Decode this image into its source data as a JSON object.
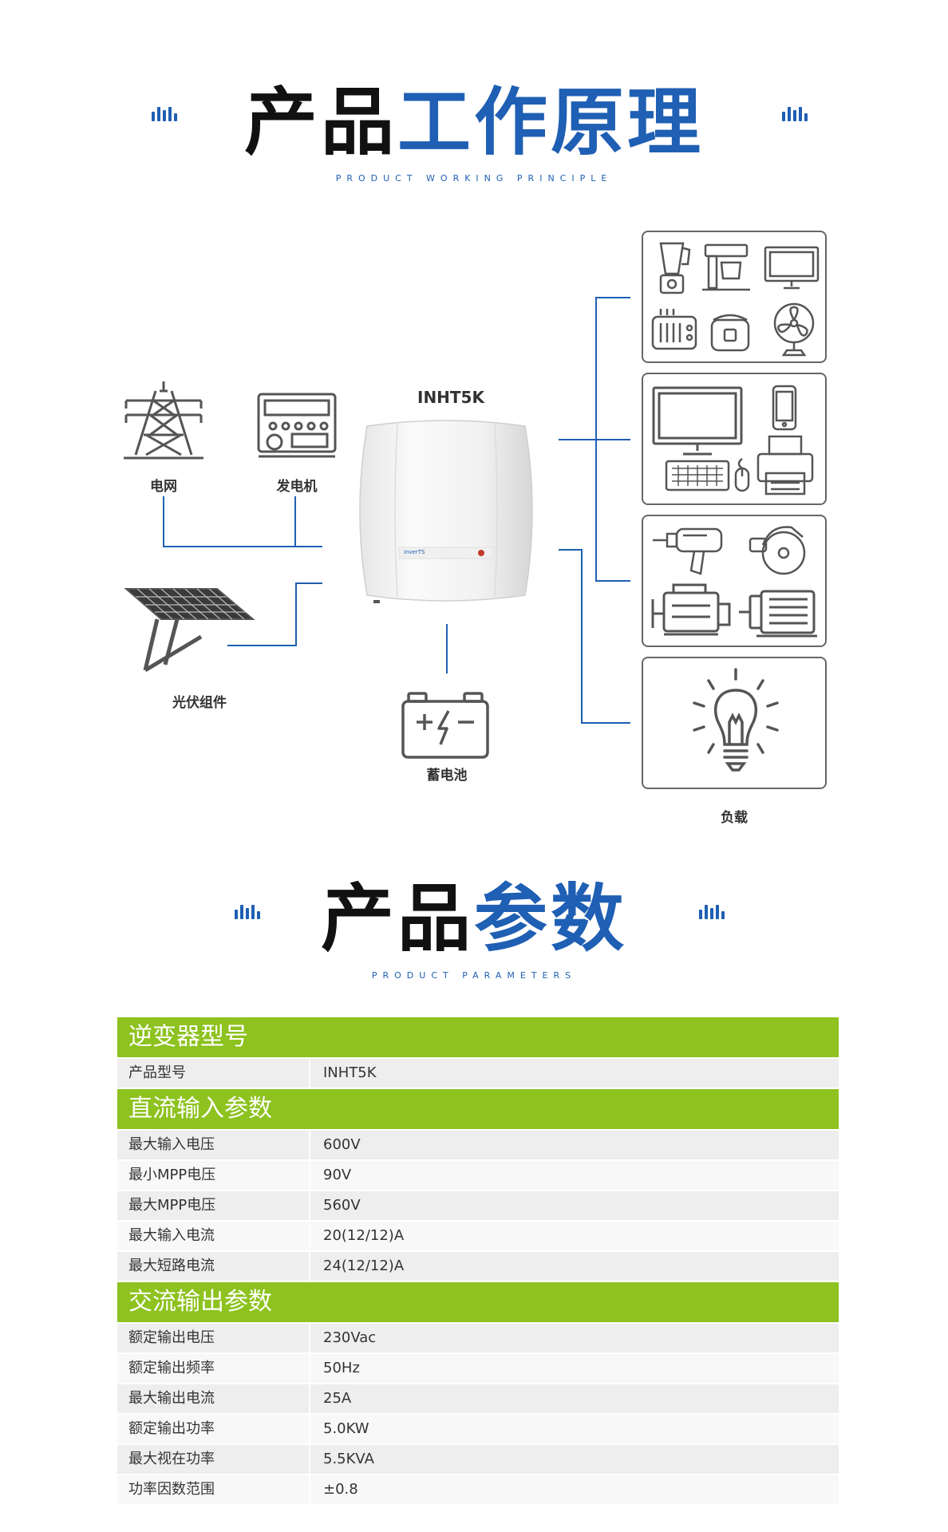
{
  "section1": {
    "title_black": "产品",
    "title_blue": "工作原理",
    "subtitle": "PRODUCT WORKING PRINCIPLE"
  },
  "diagram": {
    "inverter_label": "INHT5K",
    "inverter_brand": "inverTS",
    "sources": [
      {
        "name": "电网",
        "icon": "power-tower-icon"
      },
      {
        "name": "发电机",
        "icon": "generator-icon"
      },
      {
        "name": "光伏组件",
        "icon": "solar-panel-icon"
      }
    ],
    "battery": {
      "name": "蓄电池",
      "icon": "battery-icon"
    },
    "load": {
      "name": "负载"
    },
    "load_groups": [
      {
        "name": "home-appliances",
        "icons": [
          "blender-icon",
          "coffee-machine-icon",
          "tv-icon",
          "toaster-icon",
          "rice-cooker-icon",
          "fan-icon"
        ]
      },
      {
        "name": "office-electronics",
        "icons": [
          "computer-icon",
          "keyboard-icon",
          "mouse-icon",
          "phone-icon",
          "printer-icon"
        ]
      },
      {
        "name": "power-tools",
        "icons": [
          "drill-icon",
          "circular-saw-icon",
          "engine-icon",
          "motor-icon"
        ]
      },
      {
        "name": "lighting",
        "icons": [
          "light-bulb-icon"
        ]
      }
    ],
    "colors": {
      "connector": "#1f5fb4",
      "icon_stroke": "#555555"
    }
  },
  "section2": {
    "title_black": "产品",
    "title_blue": "参数",
    "subtitle": "PRODUCT PARAMETERS"
  },
  "specs": {
    "header_color": "#8dc21f",
    "model_section": "逆变器型号",
    "model_rows": [
      {
        "label": "产品型号",
        "value": "INHT5K"
      }
    ],
    "dc_section": "直流输入参数",
    "dc_rows": [
      {
        "label": "最大输入电压",
        "value": "600V"
      },
      {
        "label": "最小MPP电压",
        "value": "90V"
      },
      {
        "label": "最大MPP电压",
        "value": "560V"
      },
      {
        "label": "最大输入电流",
        "value": "20(12/12)A"
      },
      {
        "label": "最大短路电流",
        "value": "24(12/12)A"
      }
    ],
    "ac_section": "交流输出参数",
    "ac_rows": [
      {
        "label": "额定输出电压",
        "value": "230Vac"
      },
      {
        "label": "额定输出频率",
        "value": "50Hz"
      },
      {
        "label": "最大输出电流",
        "value": "25A"
      },
      {
        "label": "额定输出功率",
        "value": "5.0KW"
      },
      {
        "label": "最大视在功率",
        "value": "5.5KVA"
      },
      {
        "label": "功率因数范围",
        "value": "±0.8"
      }
    ]
  }
}
